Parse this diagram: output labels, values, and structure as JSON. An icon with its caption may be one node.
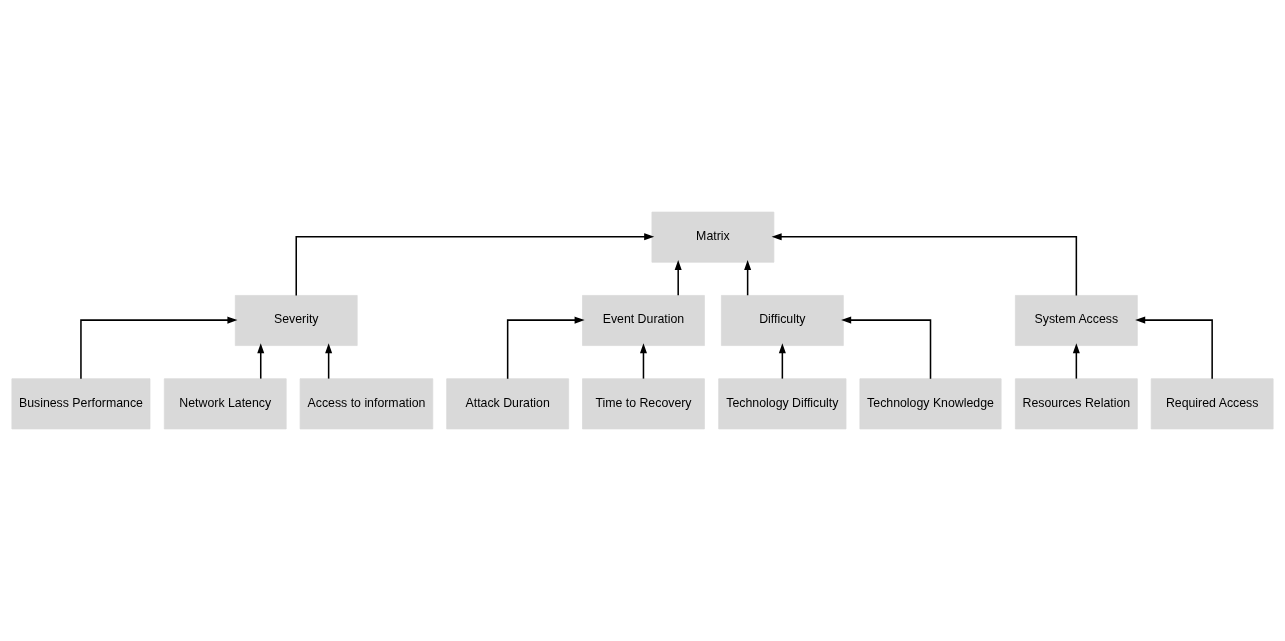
{
  "diagram": {
    "nodes": [
      {
        "text": [
          "Matrix"
        ]
      },
      {
        "text": [
          "Business Performance"
        ]
      },
      {
        "text": [
          "Network Latency"
        ]
      },
      {
        "text": [
          "Access to information"
        ]
      },
      {
        "text": [
          "Severity"
        ]
      },
      {
        "text": [
          "Attack Duration"
        ]
      },
      {
        "text": [
          "Time to Recovery"
        ]
      },
      {
        "text": [
          "Event Duration"
        ]
      },
      {
        "text": [
          "Difficulty"
        ]
      },
      {
        "text": [
          "Technology Difficulty"
        ]
      },
      {
        "text": [
          "Technology Knowledge"
        ]
      },
      {
        "text": [
          "System Access"
        ]
      },
      {
        "text": [
          "Resources Relation"
        ]
      },
      {
        "text": [
          "Required Access"
        ]
      }
    ],
    "edges": [
      {
        "from": 1,
        "to": 4,
        "arrow": "to"
      },
      {
        "from": 2,
        "to": 4,
        "arrow": "to"
      },
      {
        "from": 3,
        "to": 4,
        "arrow": "to"
      },
      {
        "from": 4,
        "to": 0,
        "arrow": "to"
      },
      {
        "from": 5,
        "to": 7,
        "arrow": "to"
      },
      {
        "from": 6,
        "to": 7,
        "arrow": "to"
      },
      {
        "from": 7,
        "to": 0,
        "arrow": "to"
      },
      {
        "from": 8,
        "to": 0,
        "arrow": "to"
      },
      {
        "from": 9,
        "to": 8,
        "arrow": "to"
      },
      {
        "from": 10,
        "to": 8,
        "arrow": "to"
      },
      {
        "from": 11,
        "to": 0,
        "arrow": "to"
      },
      {
        "from": 12,
        "to": 11,
        "arrow": "to"
      },
      {
        "from": 13,
        "to": 11,
        "arrow": "to"
      }
    ]
  }
}
